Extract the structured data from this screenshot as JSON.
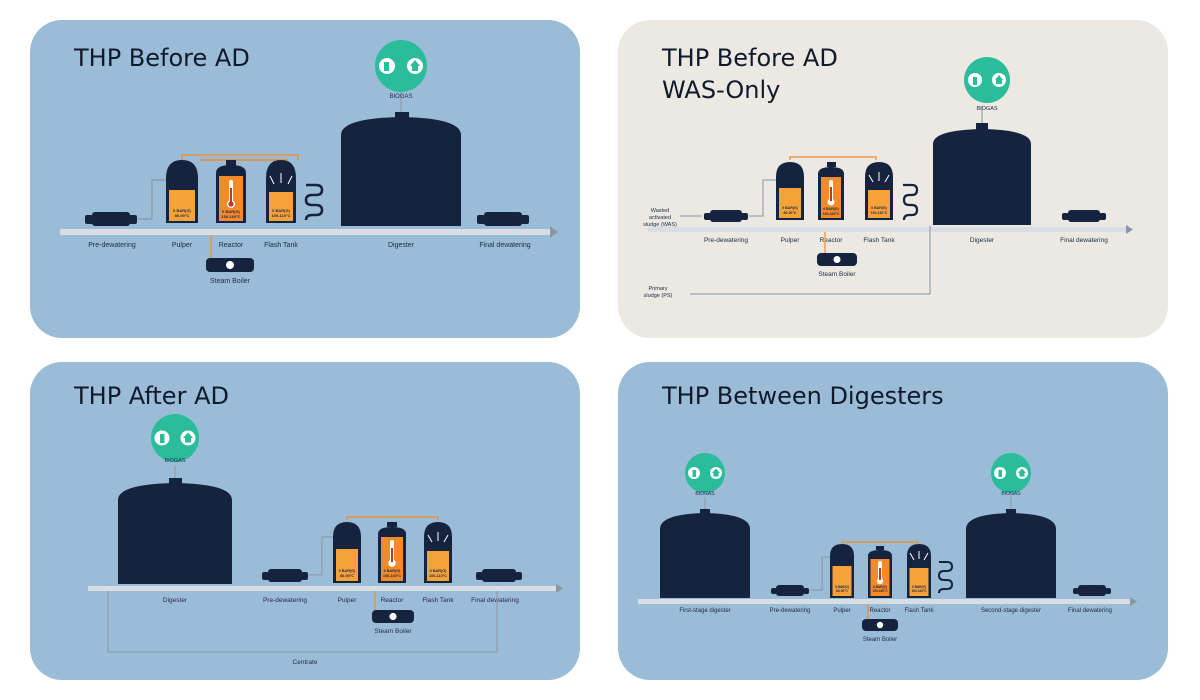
{
  "colors": {
    "panel_blue": "#9bbcd7",
    "panel_beige": "#ece8e2",
    "dark_navy": "#16233f",
    "orange": "#f58a2a",
    "orange_light": "#f6a23a",
    "teal": "#2bbc9c",
    "pipe_grey": "#d9dde4",
    "line_grey": "#8a96a6"
  },
  "panels": [
    {
      "id": "before_ad",
      "title_lines": [
        "THP Before AD"
      ],
      "biogas_label": "BIOGAS",
      "labels": {
        "predewatering": "Pre-dewatering",
        "pulper": "Pulper",
        "reactor": "Reactor",
        "flash_tank": "Flash Tank",
        "digester": "Digester",
        "final_dewatering": "Final dewatering",
        "steam_boiler": "Steam Boiler"
      },
      "vessel_text": {
        "pulper": [
          "0 BAR(G)",
          "80-90°C"
        ],
        "reactor": [
          "6 BAR(G)",
          "150-160°C"
        ],
        "flash_tank": [
          "0 BAR(G)",
          "100-110°C"
        ]
      }
    },
    {
      "id": "before_ad_was",
      "title_lines": [
        "THP Before AD",
        "WAS-Only"
      ],
      "biogas_label": "BIOGAS",
      "labels": {
        "was_input": [
          "Wasted",
          "activated",
          "sludge (WAS)"
        ],
        "primary_input": [
          "Primary",
          "sludge (PS)"
        ],
        "predewatering": "Pre-dewatering",
        "pulper": "Pulper",
        "reactor": "Reactor",
        "flash_tank": "Flash Tank",
        "digester": "Digester",
        "final_dewatering": "Final dewatering",
        "steam_boiler": "Steam Boiler"
      },
      "vessel_text": {
        "pulper": [
          "0 BAR(G)",
          "80-90°C"
        ],
        "reactor": [
          "6 BAR(G)",
          "150-160°C"
        ],
        "flash_tank": [
          "0 BAR(G)",
          "100-110°C"
        ]
      }
    },
    {
      "id": "after_ad",
      "title_lines": [
        "THP After AD"
      ],
      "biogas_label": "BIOGAS",
      "labels": {
        "digester": "Digester",
        "predewatering": "Pre-dewatering",
        "pulper": "Pulper",
        "reactor": "Reactor",
        "flash_tank": "Flash Tank",
        "final_dewatering": "Final dewatering",
        "steam_boiler": "Steam Boiler",
        "centrate": "Centrate"
      },
      "vessel_text": {
        "pulper": [
          "0 BAR(G)",
          "80-90°C"
        ],
        "reactor": [
          "6 BAR(G)",
          "150-160°C"
        ],
        "flash_tank": [
          "0 BAR(G)",
          "100-110°C"
        ]
      }
    },
    {
      "id": "between_digesters",
      "title_lines": [
        "THP Between Digesters"
      ],
      "biogas_label": "BIOGAS",
      "biogas_label_2": "BIOGAS",
      "labels": {
        "first_digester": "First-stage digester",
        "predewatering": "Pre-dewatering",
        "pulper": "Pulper",
        "reactor": "Reactor",
        "flash_tank": "Flash Tank",
        "second_digester": "Second-stage digester",
        "final_dewatering": "Final dewatering",
        "steam_boiler": "Steam Boiler"
      },
      "vessel_text": {
        "pulper": [
          "0 BAR(G)",
          "80-90°C"
        ],
        "reactor": [
          "6 BAR(G)",
          "150-160°C"
        ],
        "flash_tank": [
          "0 BAR(G)",
          "100-110°C"
        ]
      }
    }
  ]
}
